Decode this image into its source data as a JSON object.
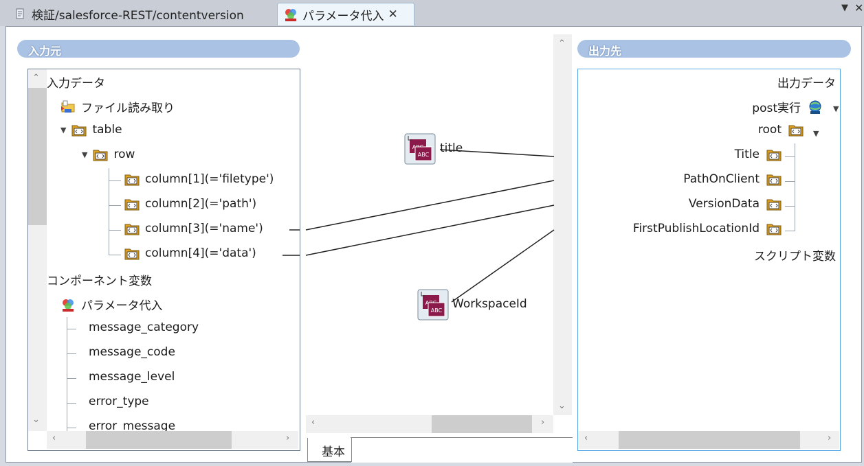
{
  "tabs": [
    {
      "label": "検証/salesforce-REST/contentversion",
      "icon": "script-icon"
    },
    {
      "label": "パラメータ代入",
      "icon": "parameter-assign-icon",
      "active": true
    }
  ],
  "source": {
    "header": "入力元",
    "tree": [
      {
        "label": "入力データ",
        "type": "section"
      },
      {
        "label": "ファイル読み取り",
        "icon": "file-read-icon"
      },
      {
        "label": "table",
        "icon": "element-icon",
        "expanded": true
      },
      {
        "label": "row",
        "icon": "element-icon",
        "expanded": true
      },
      {
        "label": "column[1](='filetype')",
        "icon": "element-icon"
      },
      {
        "label": "column[2](='path')",
        "icon": "element-icon"
      },
      {
        "label": "column[3](='name')",
        "icon": "element-icon"
      },
      {
        "label": "column[4](='data')",
        "icon": "element-icon"
      },
      {
        "label": "コンポーネント変数",
        "type": "section"
      },
      {
        "label": "パラメータ代入",
        "icon": "parameter-assign-icon"
      },
      {
        "label": "message_category"
      },
      {
        "label": "message_code"
      },
      {
        "label": "message_level"
      },
      {
        "label": "error_type"
      },
      {
        "label": "error_message"
      }
    ]
  },
  "mapping": {
    "variables": [
      {
        "label": "title",
        "icon": "string-variable-icon"
      },
      {
        "label": "WorkspaceId",
        "icon": "string-variable-icon"
      }
    ],
    "bottom_tab": "基本"
  },
  "target": {
    "header": "出力先",
    "tree": [
      {
        "label": "出力データ",
        "type": "section"
      },
      {
        "label": "post実行",
        "icon": "rest-globe-icon"
      },
      {
        "label": "root",
        "icon": "element-icon"
      },
      {
        "label": "Title",
        "icon": "element-icon"
      },
      {
        "label": "PathOnClient",
        "icon": "element-icon"
      },
      {
        "label": "VersionData",
        "icon": "element-icon"
      },
      {
        "label": "FirstPublishLocationId",
        "icon": "element-icon"
      },
      {
        "label": "スクリプト変数",
        "type": "section"
      }
    ]
  },
  "colors": {
    "header_bg": "#aac2e4",
    "active_tab_bg": "#eef5fb",
    "right_panel_border": "#5aa7e6",
    "variable_icon": "#8b1a4a"
  }
}
